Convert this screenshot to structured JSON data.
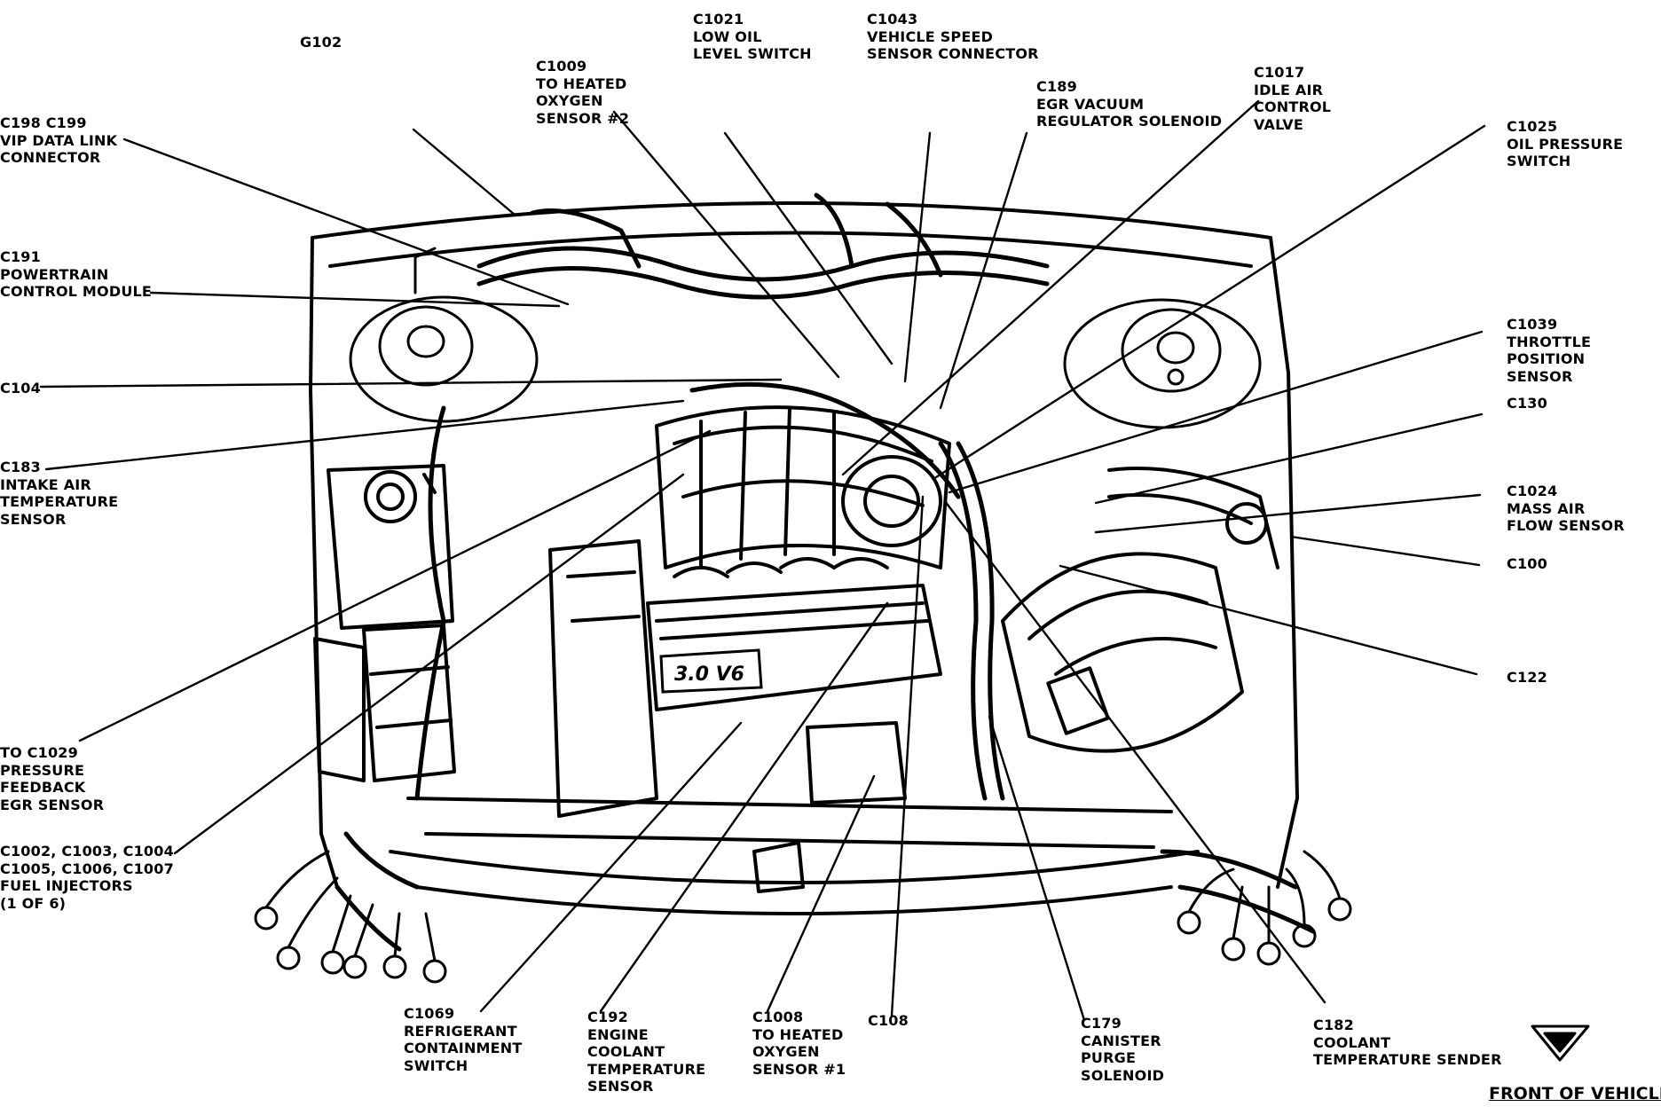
{
  "labels": {
    "g102": "G102",
    "c1021": "C1021\nLOW OIL\nLEVEL SWITCH",
    "c1043": "C1043\nVEHICLE SPEED\nSENSOR CONNECTOR",
    "c1009": "C1009\nTO HEATED\nOXYGEN\nSENSOR #2",
    "c189": "C189\nEGR VACUUM\nREGULATOR SOLENOID",
    "c1017": "C1017\nIDLE AIR\nCONTROL\nVALVE",
    "c198": "C198 C199\nVIP DATA LINK\nCONNECTOR",
    "c1025": "C1025\nOIL PRESSURE\nSWITCH",
    "c191": "C191\nPOWERTRAIN\nCONTROL MODULE",
    "c104": "C104",
    "c1039": "C1039\nTHROTTLE\nPOSITION\nSENSOR",
    "c130": "C130",
    "c183": "C183\nINTAKE AIR\nTEMPERATURE\nSENSOR",
    "c1024": "C1024\nMASS AIR\nFLOW SENSOR",
    "c100": "C100",
    "c122": "C122",
    "c1029": "TO C1029\nPRESSURE\nFEEDBACK\nEGR SENSOR",
    "c1002": "C1002, C1003, C1004\nC1005, C1006, C1007\nFUEL INJECTORS\n(1 OF 6)",
    "c1069": "C1069\nREFRIGERANT\nCONTAINMENT\nSWITCH",
    "c192": "C192\nENGINE\nCOOLANT\nTEMPERATURE\nSENSOR",
    "c1008": "C1008\nTO HEATED\nOXYGEN\nSENSOR #1",
    "c108": "C108",
    "c179": "C179\nCANISTER\nPURGE\nSOLENOID",
    "c182": "C182\nCOOLANT\nTEMPERATURE SENDER",
    "front": "FRONT OF VEHICLE"
  },
  "engine_badge": "3.0 V6"
}
